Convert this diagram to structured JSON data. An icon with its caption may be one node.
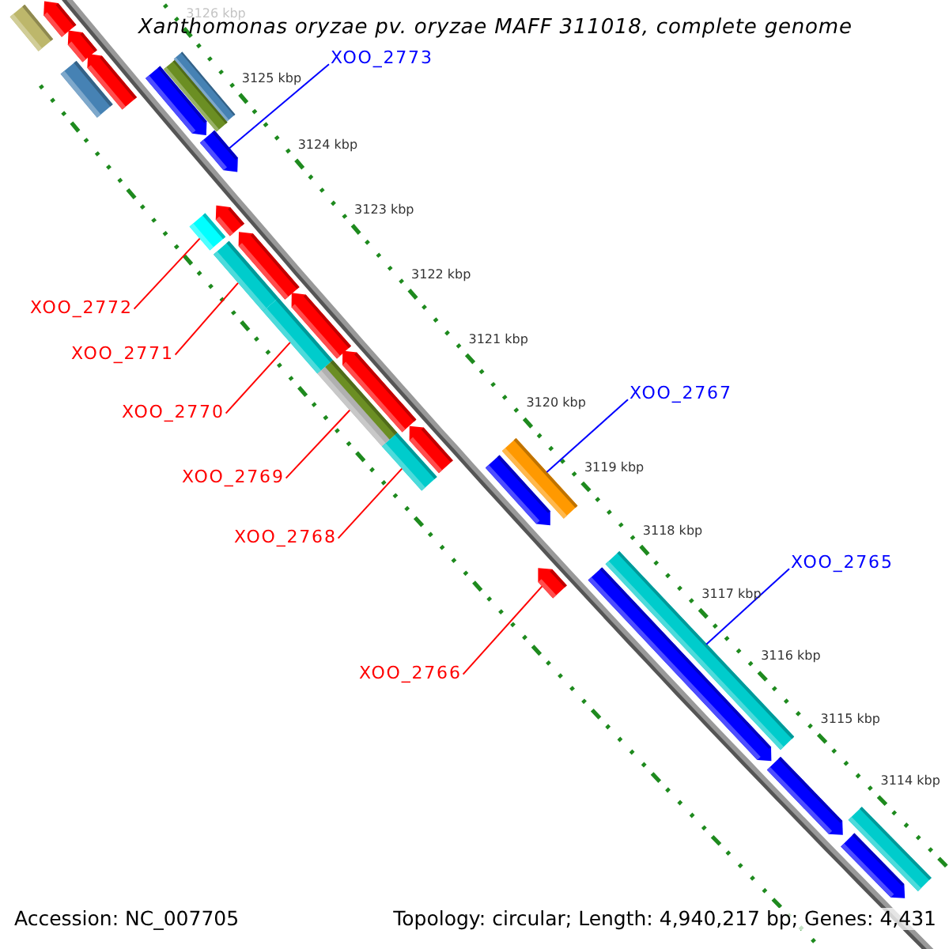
{
  "diagram": {
    "title": "Xanthomonas oryzae pv. oryzae MAFF 311018, complete genome",
    "nodes": [
      {
        "text": [
          "XOO_2773"
        ]
      },
      {
        "text": [],
        "shape": "arrow"
      },
      {
        "text": [
          "XOO_2772"
        ]
      },
      {
        "text": [],
        "shape": "bar"
      },
      {
        "text": [
          "XOO_2771"
        ]
      },
      {
        "text": [],
        "shape": "bar"
      },
      {
        "text": [
          "XOO_2770"
        ]
      },
      {
        "text": [],
        "shape": "bar"
      },
      {
        "text": [
          "XOO_2767"
        ]
      },
      {
        "text": [],
        "shape": "bar"
      },
      {
        "text": [
          "XOO_2769"
        ]
      },
      {
        "text": [],
        "shape": "bar"
      },
      {
        "text": [
          "XOO_2768"
        ]
      },
      {
        "text": [],
        "shape": "bar"
      },
      {
        "text": [
          "XOO_2765"
        ]
      },
      {
        "text": [],
        "shape": "bar"
      },
      {
        "text": [
          "XOO_2766"
        ]
      },
      {
        "text": [],
        "shape": "arrow"
      },
      {
        "text": [],
        "shape": "arrow"
      },
      {
        "text": [],
        "shape": "bar"
      },
      {
        "text": [],
        "shape": "arrow"
      },
      {
        "text": [],
        "shape": "bar"
      },
      {
        "text": [],
        "shape": "arrow"
      },
      {
        "text": [],
        "shape": "bar"
      },
      {
        "text": [],
        "shape": "bar"
      },
      {
        "text": [],
        "shape": "arrow"
      },
      {
        "text": [],
        "shape": "arrow"
      },
      {
        "text": [],
        "shape": "arrow"
      },
      {
        "text": [],
        "shape": "arrow"
      },
      {
        "text": [],
        "shape": "arrow"
      },
      {
        "text": [],
        "shape": "arrow"
      },
      {
        "text": [],
        "shape": "arrow"
      },
      {
        "text": [],
        "shape": "arrow"
      },
      {
        "text": [],
        "shape": "arrow"
      },
      {
        "text": [],
        "shape": "bar"
      },
      {
        "text": [],
        "shape": "arrow"
      }
    ],
    "edges": [
      {
        "from": 0,
        "to": 1,
        "arrow": "none",
        "color": "#0000ff"
      },
      {
        "from": 2,
        "to": 3,
        "arrow": "none"
      },
      {
        "from": 4,
        "to": 5,
        "arrow": "none"
      },
      {
        "from": 6,
        "to": 7,
        "arrow": "none"
      },
      {
        "from": 8,
        "to": 9,
        "arrow": "none",
        "color": "#0000ff"
      },
      {
        "from": 10,
        "to": 11,
        "arrow": "none"
      },
      {
        "from": 12,
        "to": 13,
        "arrow": "none"
      },
      {
        "from": 14,
        "to": 15,
        "arrow": "none",
        "color": "#0000ff"
      },
      {
        "from": 16,
        "to": 17,
        "arrow": "none"
      }
    ],
    "labels": [
      "3126 kbp",
      "3125 kbp",
      "3124 kbp",
      "3123 kbp",
      "3122 kbp",
      "3121 kbp",
      "3120 kbp",
      "3119 kbp",
      "3118 kbp",
      "3117 kbp",
      "3116 kbp",
      "3115 kbp",
      "3114 kbp",
      "Accession: NC_007705",
      "Topology: circular; Length: 4,940,217 bp; Genes: 4,431"
    ]
  }
}
